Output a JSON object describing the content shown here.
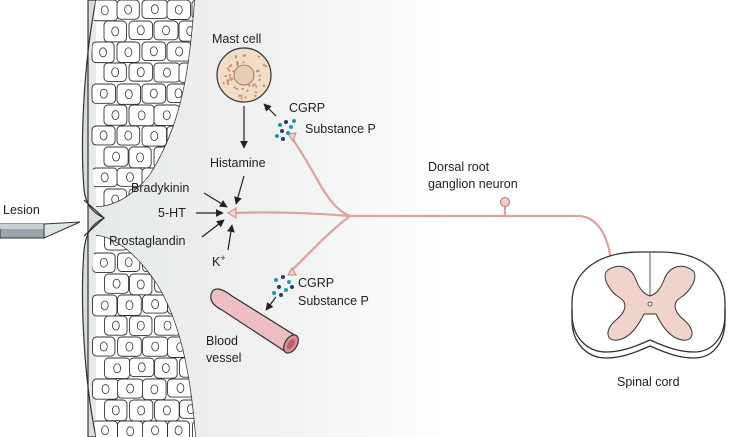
{
  "labels": {
    "mast_cell": "Mast cell",
    "cgrp_top": "CGRP",
    "substance_p_top": "Substance P",
    "histamine": "Histamine",
    "bradykinin": "Bradykinin",
    "serotonin": "5-HT",
    "prostaglandin": "Prostaglandin",
    "potassium": "K",
    "potassium_sup": "+",
    "lesion": "Lesion",
    "drg_line1": "Dorsal root",
    "drg_line2": "ganglion neuron",
    "cgrp_bottom": "CGRP",
    "substance_p_bottom": "Substance P",
    "blood_line1": "Blood",
    "blood_line2": "vessel",
    "spinal_cord": "Spinal cord"
  },
  "colors": {
    "nerve": "#dba39b",
    "nerve_end": "#e8b9b2",
    "mast_cell": "#f1dcc6",
    "mast_granule": "#c98a63",
    "blood_vessel": "#eebfc2",
    "cord_grey": "#f0d4cc",
    "cord_white": "#ffffff",
    "tissue_bg": "#eef0f0",
    "skin_cell": "#ffffff",
    "outline": "#333333",
    "vesicle_teal": "#1e9aa6",
    "vesicle_navy": "#243b6b"
  }
}
